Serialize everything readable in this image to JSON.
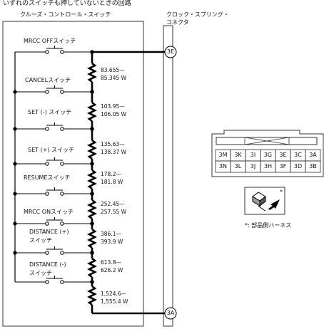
{
  "header": "いずれのスイッチも押していないときの回路",
  "left_block_title": "クルーズ・コントロール・スイッチ",
  "right_block_title": [
    "クロック・スプリング・",
    "コネクタ"
  ],
  "switches": [
    {
      "label": [
        "MRCC OFFスイッチ"
      ],
      "resistance": null
    },
    {
      "label": [
        "CANCELスイッチ"
      ],
      "resistance": [
        "83.655—",
        "85.345 W"
      ]
    },
    {
      "label": [
        "SET (-) スイッチ"
      ],
      "resistance": [
        "103.95—",
        "106.05 W"
      ]
    },
    {
      "label": [
        "SET (+) スイッチ"
      ],
      "resistance": [
        "135.63—",
        "138.37 W"
      ]
    },
    {
      "label": [
        "RESUMEスイッチ"
      ],
      "resistance": [
        "178.2—",
        "181.8 W"
      ]
    },
    {
      "label": [
        "MRCC ONスイッチ"
      ],
      "resistance": [
        "252.45—",
        "257.55 W"
      ]
    },
    {
      "label": [
        "DISTANCE (+)",
        "スイッチ"
      ],
      "resistance": [
        "386.1—",
        "393.9 W"
      ]
    },
    {
      "label": [
        "DISTANCE (-)",
        "スイッチ"
      ],
      "resistance": [
        "613.8—",
        "626.2 W"
      ]
    }
  ],
  "last_resistance": [
    "1,524.6—",
    "1,555.4 W"
  ],
  "terminals": {
    "top": "3E",
    "bottom": "3A"
  },
  "connector": {
    "rows": [
      [
        "3M",
        "3K",
        "3I",
        "3G",
        "3E",
        "3C",
        "3A"
      ],
      [
        "3N",
        "3L",
        "3J",
        "3H",
        "3F",
        "3D",
        "3B"
      ]
    ],
    "star": "*",
    "note": "*: 部品側ハーネス"
  }
}
